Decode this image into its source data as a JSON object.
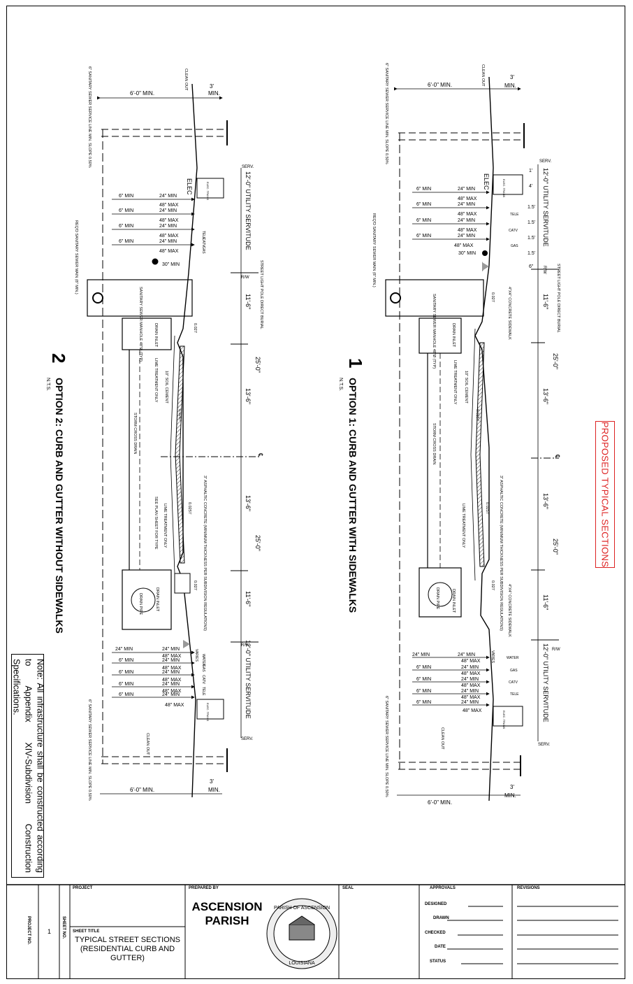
{
  "sheet": {
    "stamp": "PROPOSED TYPICAL SECTIONS",
    "note": "Note: All infrastructure shall be constructed according to Appendix XIV-Subdivision Construction Specifications."
  },
  "option1": {
    "number": "1",
    "title": "OPTION 1: CURB AND GUTTER WITH SIDEWALKS",
    "nts": "N.T.S.",
    "sewer_service": "6\" SANITARY SEWER SERVICE LINE MIN. SLOPE 0.50%",
    "clean_out": "CLEAN OUT",
    "sewer_main": "REQ'D SANITARY SEWER MAIN (8\" MIN.)",
    "manhole": "SANITARY SEWER MANHOLE 48\"Ø (TYP)",
    "street_light": "STREET LIGHT POLE DIRECT BURIAL",
    "sidewalk": "4\"X4\" CONCRETE SIDEWALK",
    "drain_inlet": "DRAIN INLET",
    "drain_pipe": "DRAIN PIPE",
    "soil_cement": "10\" SOIL CEMENT",
    "lime": "LIME TREATMENT ONLY",
    "storm": "STORM CROSS DRAIN",
    "asphalt": "3\" ASPHALTIC CONCRETE (MINIMUM THICKNESS PER SUBDIVISION REGULATIONS)"
  },
  "option2": {
    "number": "2",
    "title": "OPTION 2: CURB AND GUTTER WITHOUT SIDEWALKS",
    "nts": "N.T.S.",
    "sewer_service": "6\" SANITARY SEWER SERVICE LINE MIN. SLOPE 0.50%",
    "clean_out": "CLEAN OUT",
    "sewer_main": "REQ'D SANITARY SEWER MAIN (8\" MIN.)",
    "manhole": "SANITARY SEWER MANHOLE 48\"Ø (TYP)",
    "street_light": "STREET LIGHT POLE DIRECT BURIAL",
    "drain_inlet": "DRAIN INLET",
    "drain_pipe": "DRAIN PIPE",
    "soil_cement": "10\" SOIL CEMENT",
    "lime": "LIME TREATMENT ONLY",
    "storm": "STORM CROSS DRAIN",
    "asphalt": "3\" ASPHALTIC CONCRETE (MINIMUM THICKNESS PER SUBDIVISION REGULATIONS)",
    "plan_sheet": "SEE PLAN SHEET FOR TYPE"
  },
  "dims": {
    "six_min_long": "6'-0\" MIN.",
    "three": "3'",
    "min": "MIN.",
    "serv": "SERV.",
    "row": "R/W",
    "utility": "12'-0\" UTILITY SERVITUDE",
    "r25": "25'-0\"",
    "r13": "13'-6\"",
    "r11": "11'-6\"",
    "cl": "℄",
    "d1": "1'",
    "d4": "4'",
    "d15": "1.5'",
    "d6": "6\"",
    "six_min": "6\" MIN",
    "twentyfour_min": "24\" MIN",
    "fortyeight_max": "48\" MAX",
    "thirty_min": "30\" MIN",
    "slope2": "0.02'/'",
    "slope25": "0.025'/'",
    "varies": "VARIES"
  },
  "utilities": {
    "elec": "ELEC",
    "elec_trans": "ELEC. TRANS",
    "tele": "TELE",
    "catv": "CATV",
    "gas": "GAS",
    "water": "WATER"
  },
  "title_block": {
    "project_label": "PROJECT",
    "prepared_label": "PREPARED BY",
    "seal_label": "SEAL",
    "approvals_label": "APPROVALS",
    "revisions_label": "REVISIONS",
    "sheet_title_label": "SHEET TITLE",
    "sheet_title": "TYPICAL STREET SECTIONS (RESIDENTIAL CURB AND GUTTER)",
    "firm_line1": "ASCENSION",
    "firm_line2": "PARISH",
    "seal_top": "PARISH OF ASCENSION",
    "seal_bottom": "LOUISIANA",
    "designed": "DESIGNED",
    "drawn": "DRAWN",
    "checked": "CHECKED",
    "date": "DATE",
    "status": "STATUS",
    "sheet_no_label": "SHEET NO.",
    "sheet_no": "1",
    "project_no_label": "PROJECT NO."
  }
}
